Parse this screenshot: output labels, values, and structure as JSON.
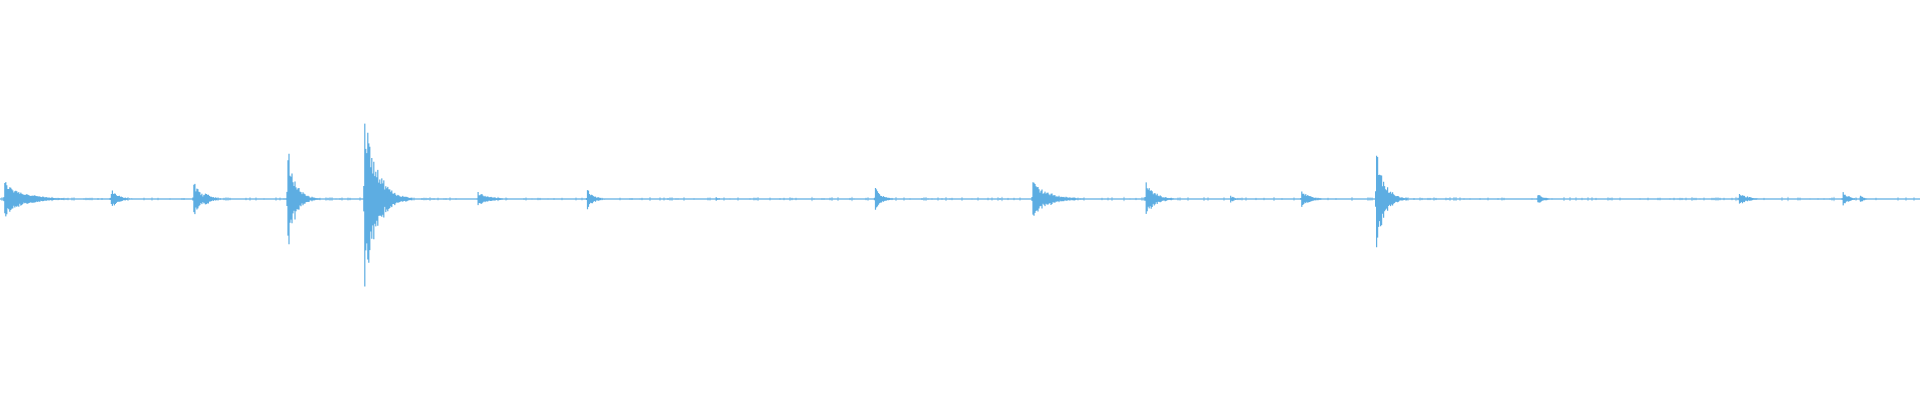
{
  "waveform": {
    "color": "#5dade2",
    "events": [
      {
        "t": 0.0025,
        "amp": 0.1,
        "decay": 0.01
      },
      {
        "t": 0.058,
        "amp": 0.05,
        "decay": 0.004
      },
      {
        "t": 0.101,
        "amp": 0.09,
        "decay": 0.004
      },
      {
        "t": 0.107,
        "amp": 0.05,
        "decay": 0.003
      },
      {
        "t": 0.15,
        "amp": 0.27,
        "decay": 0.004
      },
      {
        "t": 0.19,
        "amp": 0.49,
        "decay": 0.006
      },
      {
        "t": 0.202,
        "amp": 0.06,
        "decay": 0.004
      },
      {
        "t": 0.249,
        "amp": 0.04,
        "decay": 0.006
      },
      {
        "t": 0.306,
        "amp": 0.06,
        "decay": 0.003
      },
      {
        "t": 0.373,
        "amp": 0.01,
        "decay": 0.002
      },
      {
        "t": 0.456,
        "amp": 0.07,
        "decay": 0.003
      },
      {
        "t": 0.538,
        "amp": 0.1,
        "decay": 0.008
      },
      {
        "t": 0.597,
        "amp": 0.09,
        "decay": 0.005
      },
      {
        "t": 0.641,
        "amp": 0.02,
        "decay": 0.002
      },
      {
        "t": 0.678,
        "amp": 0.05,
        "decay": 0.004
      },
      {
        "t": 0.717,
        "amp": 0.28,
        "decay": 0.004
      },
      {
        "t": 0.801,
        "amp": 0.03,
        "decay": 0.003
      },
      {
        "t": 0.906,
        "amp": 0.04,
        "decay": 0.004
      },
      {
        "t": 0.96,
        "amp": 0.04,
        "decay": 0.003
      },
      {
        "t": 0.969,
        "amp": 0.02,
        "decay": 0.002
      }
    ]
  }
}
